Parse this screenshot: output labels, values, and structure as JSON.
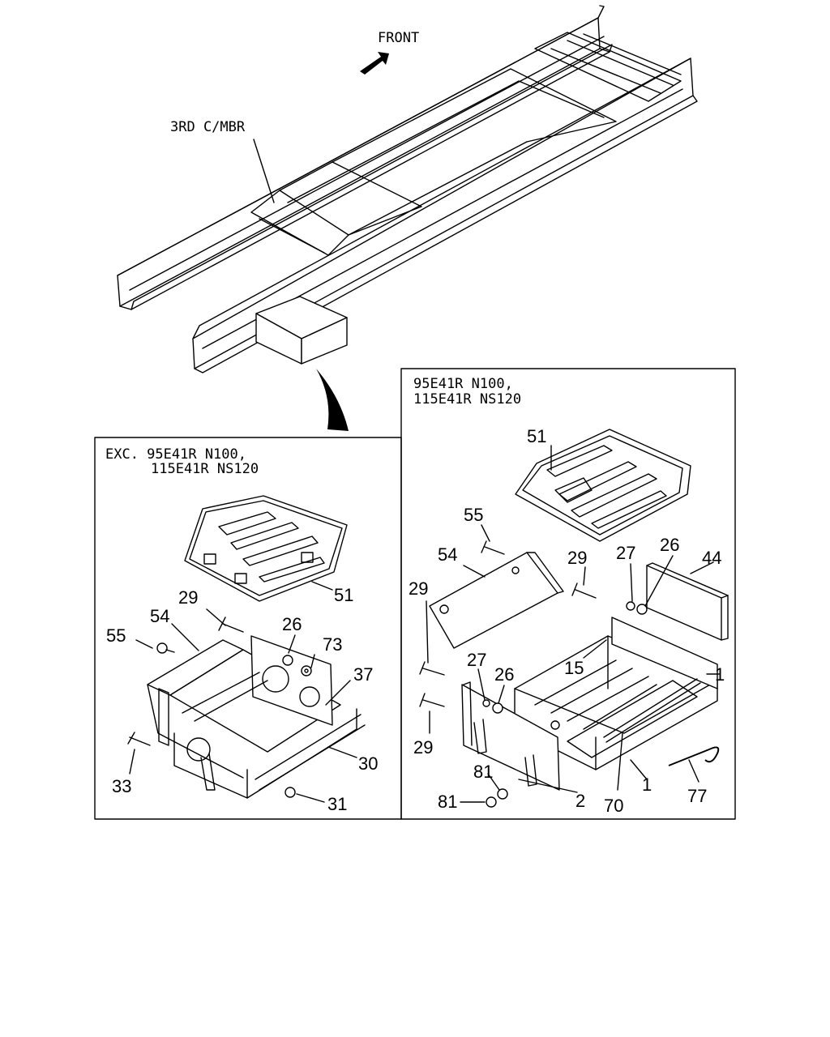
{
  "header": {
    "front_label": "FRONT",
    "crossmember_label": "3RD C/MBR"
  },
  "left_panel": {
    "title_line1": "EXC. 95E41R N100,",
    "title_line2": "115E41R NS120",
    "callouts": [
      "51",
      "29",
      "54",
      "55",
      "26",
      "73",
      "37",
      "30",
      "33",
      "31"
    ]
  },
  "right_panel": {
    "title_line1": "95E41R N100,",
    "title_line2": "115E41R NS120",
    "callouts": [
      "51",
      "55",
      "54",
      "29",
      "27",
      "26",
      "44",
      "29",
      "27",
      "26",
      "15",
      "1",
      "29",
      "81",
      "81",
      "2",
      "70",
      "1",
      "77"
    ]
  }
}
